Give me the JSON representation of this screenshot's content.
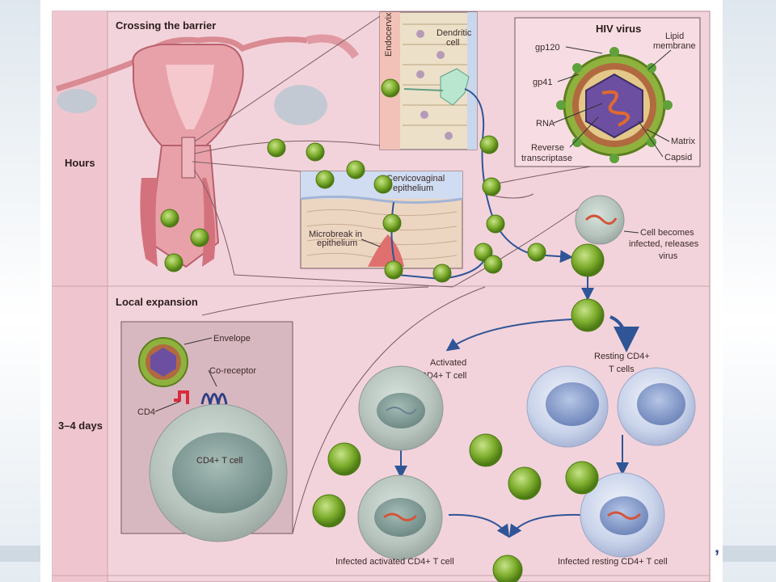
{
  "sections": {
    "crossing": "Crossing the barrier",
    "local": "Local expansion"
  },
  "time_labels": {
    "hours": "Hours",
    "days": "3–4 days"
  },
  "inset_mucosa": {
    "endocervix": "Endocervix",
    "dendritic_cell_1": "Dendritic",
    "dendritic_cell_2": "cell"
  },
  "inset_epithelium": {
    "title_1": "Cervicovaginal",
    "title_2": "epithelium",
    "microbreak_1": "Microbreak in",
    "microbreak_2": "epithelium"
  },
  "hiv_virus": {
    "title": "HIV virus",
    "gp120": "gp120",
    "gp41": "gp41",
    "rna": "RNA",
    "rt_1": "Reverse",
    "rt_2": "transcriptase",
    "lipid_1": "Lipid",
    "lipid_2": "membrane",
    "matrix": "Matrix",
    "capsid": "Capsid"
  },
  "cell_infected": {
    "line1": "Cell becomes",
    "line2": "infected, releases",
    "line3": "virus"
  },
  "binding_inset": {
    "envelope": "Envelope",
    "coreceptor": "Co-receptor",
    "cd4": "CD4",
    "cell": "CD4+ T cell"
  },
  "activated": {
    "line1": "Activated",
    "line2": "CD4+ T cell"
  },
  "resting": {
    "line1": "Resting CD4+",
    "line2": "T cells"
  },
  "infected_activated": "Infected activated CD4+ T cell",
  "infected_resting": "Infected resting CD4+ T cell",
  "corner_mark": "’",
  "colors": {
    "panel": "#f3d3db",
    "virus": "#7fae2e",
    "arrow": "#2f5597",
    "grid": "#c9a3ad"
  }
}
